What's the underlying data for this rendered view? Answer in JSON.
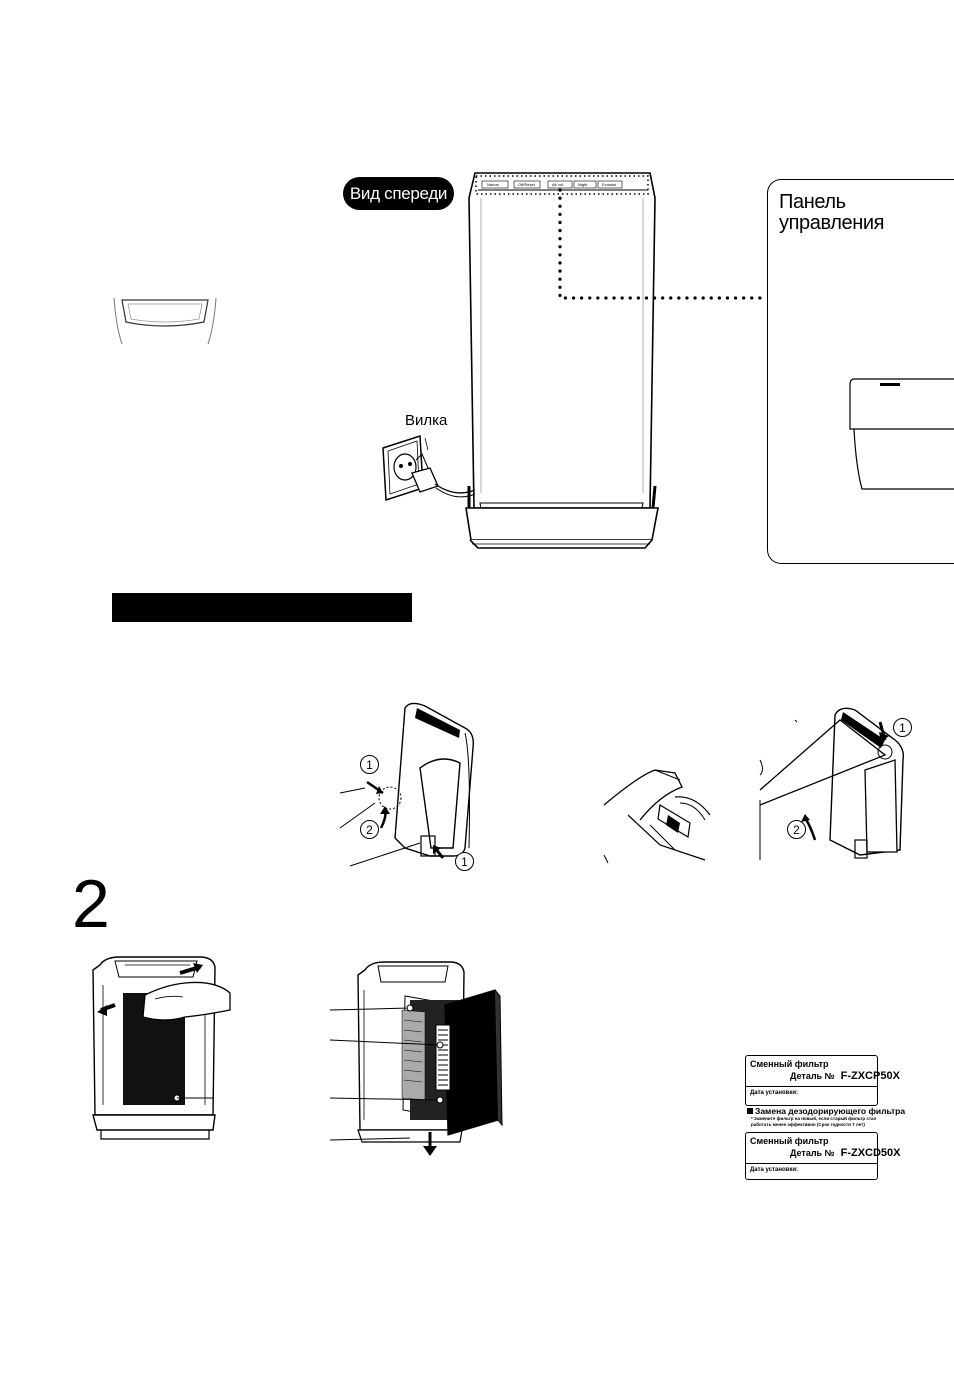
{
  "front_view_label": "Вид спереди",
  "plug_label": "Вилка",
  "control_panel_title_line1": "Панель",
  "control_panel_title_line2": "управления",
  "step_number": "2",
  "markers": {
    "one": "1",
    "two": "2"
  },
  "filter_card_1": {
    "title": "Сменный фильтр",
    "part_prefix": "Деталь №",
    "part_number": "F-ZXCP50X",
    "date_label": "Дата установки:"
  },
  "deodorizing_note": {
    "heading": "Замена дезодорирующего фильтра",
    "subtext": "* Замените фильтр на новый, если старый фильтр стал работать менее эффективно (Срок годности 7 лет)"
  },
  "filter_card_2": {
    "title": "Сменный фильтр",
    "part_prefix": "Деталь №",
    "part_number": "F-ZXCD50X",
    "date_label": "Дата установки:"
  },
  "top_panel_buttons": [
    "Nanoe",
    "Off/Reset",
    "Air vol.",
    "Night",
    "Econavi"
  ]
}
